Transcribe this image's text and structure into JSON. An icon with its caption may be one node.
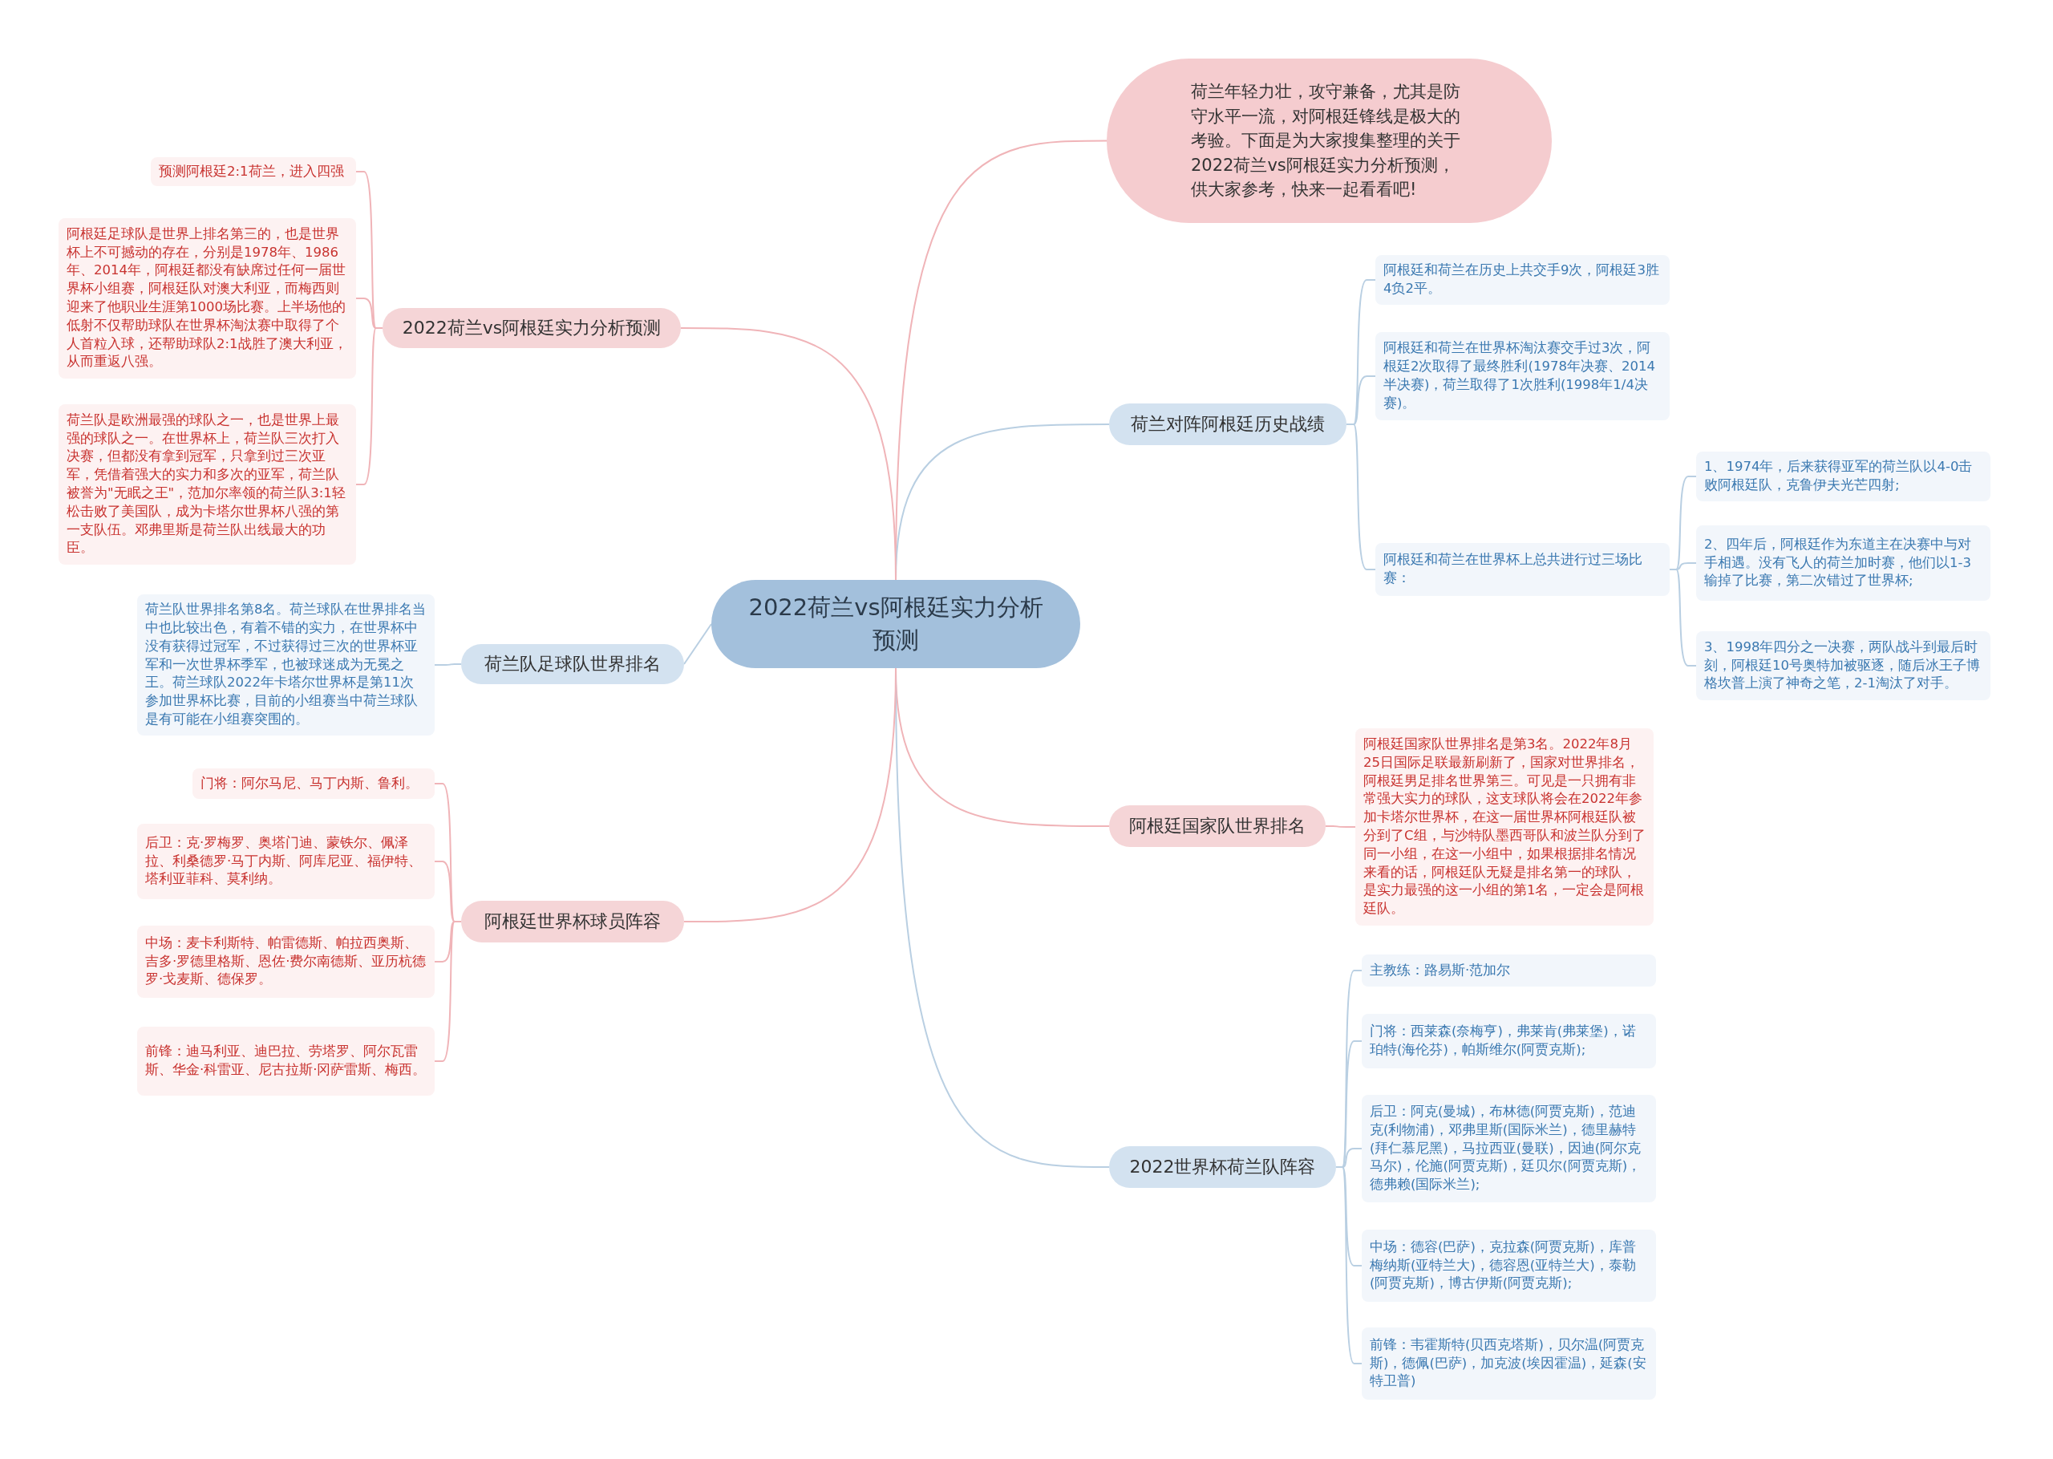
{
  "diagram": {
    "nodes": [
      {
        "text": [
          "2022荷兰vs阿根廷实力分析预测"
        ]
      },
      {
        "text": [
          "荷兰年轻力壮，攻守兼备，尤其是防守水平一流，对阿根廷锋线是极大的考验。下面是为大家搜集整理的关于2022荷兰vs阿根廷实力分析预测，供大家参考，快来一起看看吧!"
        ]
      },
      {
        "text": [
          "荷兰对阵阿根廷历史战绩"
        ]
      },
      {
        "text": [
          "阿根廷和荷兰在历史上共交手9次，阿根廷3胜4负2平。"
        ]
      },
      {
        "text": [
          "阿根廷和荷兰在世界杯淘汰赛交手过3次，阿根廷2次取得了最终胜利(1978年决赛、2014半决赛)，荷兰取得了1次胜利(1998年1/4决赛)。"
        ]
      },
      {
        "text": [
          "阿根廷和荷兰在世界杯上总共进行过三场比赛："
        ]
      },
      {
        "text": [
          "1、1974年，后来获得亚军的荷兰队以4-0击败阿根廷队，克鲁伊夫光芒四射;"
        ]
      },
      {
        "text": [
          "2、四年后，阿根廷作为东道主在决赛中与对手相遇。没有飞人的荷兰加时赛，他们以1-3输掉了比赛，第二次错过了世界杯;"
        ]
      },
      {
        "text": [
          "3、1998年四分之一决赛，两队战斗到最后时刻，阿根廷10号奥特加被驱逐，随后冰王子博格坎普上演了神奇之笔，2-1淘汰了对手。"
        ]
      },
      {
        "text": [
          "阿根廷国家队世界排名"
        ]
      },
      {
        "text": [
          "阿根廷国家队世界排名是第3名。2022年8月25日国际足联最新刷新了，国家对世界排名，阿根廷男足排名世界第三。可见是一只拥有非常强大实力的球队，这支球队将会在2022年参加卡塔尔世界杯，在这一届世界杯阿根廷队被分到了C组，与沙特队墨西哥队和波兰队分到了同一小组，在这一小组中，如果根据排名情况来看的话，阿根廷队无疑是排名第一的球队，是实力最强的这一小组的第1名，一定会是阿根廷队。"
        ]
      },
      {
        "text": [
          "2022世界杯荷兰队阵容"
        ]
      },
      {
        "text": [
          "主教练：路易斯·范加尔"
        ]
      },
      {
        "text": [
          "门将：西莱森(奈梅亨)，弗莱肯(弗莱堡)，诺珀特(海伦芬)，帕斯维尔(阿贾克斯);"
        ]
      },
      {
        "text": [
          "后卫：阿克(曼城)，布林德(阿贾克斯)，范迪克(利物浦)，邓弗里斯(国际米兰)，德里赫特(拜仁慕尼黑)，马拉西亚(曼联)，因迪(阿尔克马尔)，伦施(阿贾克斯)，廷贝尔(阿贾克斯)，德弗赖(国际米兰);"
        ]
      },
      {
        "text": [
          "中场：德容(巴萨)，克拉森(阿贾克斯)，库普梅纳斯(亚特兰大)，德容恩(亚特兰大)，泰勒(阿贾克斯)，博古伊斯(阿贾克斯);"
        ]
      },
      {
        "text": [
          "前锋：韦霍斯特(贝西克塔斯)，贝尔温(阿贾克斯)，德佩(巴萨)，加克波(埃因霍温)，延森(安特卫普)"
        ]
      },
      {
        "text": [
          "2022荷兰vs阿根廷实力分析预测"
        ]
      },
      {
        "text": [
          "预测阿根廷2:1荷兰，进入四强"
        ]
      },
      {
        "text": [
          "阿根廷足球队是世界上排名第三的，也是世界杯上不可撼动的存在，分别是1978年、1986年、2014年，阿根廷都没有缺席过任何一届世界杯小组赛，阿根廷队对澳大利亚，而梅西则迎来了他职业生涯第1000场比赛。上半场他的低射不仅帮助球队在世界杯淘汰赛中取得了个人首粒入球，还帮助球队2:1战胜了澳大利亚，从而重返八强。"
        ]
      },
      {
        "text": [
          "荷兰队是欧洲最强的球队之一，也是世界上最强的球队之一。在世界杯上，荷兰队三次打入决赛，但都没有拿到冠军，只拿到过三次亚军，凭借着强大的实力和多次的亚军，荷兰队被誉为\"无眠之王\"，范加尔率领的荷兰队3:1轻松击败了美国队，成为卡塔尔世界杯八强的第一支队伍。邓弗里斯是荷兰队出线最大的功臣。"
        ]
      },
      {
        "text": [
          "荷兰队足球队世界排名"
        ]
      },
      {
        "text": [
          "荷兰队世界排名第8名。荷兰球队在世界排名当中也比较出色，有着不错的实力，在世界杯中没有获得过冠军，不过获得过三次的世界杯亚军和一次世界杯季军，也被球迷成为无冕之王。荷兰球队2022年卡塔尔世界杯是第11次参加世界杯比赛，目前的小组赛当中荷兰球队是有可能在小组赛突围的。"
        ]
      },
      {
        "text": [
          "阿根廷世界杯球员阵容"
        ]
      },
      {
        "text": [
          "门将：阿尔马尼、马丁内斯、鲁利。"
        ]
      },
      {
        "text": [
          "后卫：克·罗梅罗、奥塔门迪、蒙铁尔、佩泽拉、利桑德罗·马丁内斯、阿库尼亚、福伊特、塔利亚菲科、莫利纳。"
        ]
      },
      {
        "text": [
          "中场：麦卡利斯特、帕雷德斯、帕拉西奥斯、吉多·罗德里格斯、恩佐·费尔南德斯、亚历杭德罗·戈麦斯、德保罗。"
        ]
      },
      {
        "text": [
          "前锋：迪马利亚、迪巴拉、劳塔罗、阿尔瓦雷斯、华金·科雷亚、尼古拉斯·冈萨雷斯、梅西。"
        ]
      }
    ],
    "edges": [
      {
        "from": 0,
        "to": 1,
        "arrow": "none",
        "color": "#f0b4b8"
      },
      {
        "from": 0,
        "to": 2,
        "arrow": "none"
      },
      {
        "from": 2,
        "to": 3,
        "arrow": "none"
      },
      {
        "from": 2,
        "to": 4,
        "arrow": "none"
      },
      {
        "from": 2,
        "to": 5,
        "arrow": "none"
      },
      {
        "from": 5,
        "to": 6,
        "arrow": "none"
      },
      {
        "from": 5,
        "to": 7,
        "arrow": "none"
      },
      {
        "from": 5,
        "to": 8,
        "arrow": "none"
      },
      {
        "from": 0,
        "to": 9,
        "arrow": "none",
        "color": "#f0b4b8"
      },
      {
        "from": 9,
        "to": 10,
        "arrow": "none",
        "color": "#f0b4b8"
      },
      {
        "from": 0,
        "to": 11,
        "arrow": "none"
      },
      {
        "from": 11,
        "to": 12,
        "arrow": "none"
      },
      {
        "from": 11,
        "to": 13,
        "arrow": "none"
      },
      {
        "from": 11,
        "to": 14,
        "arrow": "none"
      },
      {
        "from": 11,
        "to": 15,
        "arrow": "none"
      },
      {
        "from": 11,
        "to": 16,
        "arrow": "none"
      },
      {
        "from": 0,
        "to": 17,
        "arrow": "none",
        "color": "#f0b4b8"
      },
      {
        "from": 17,
        "to": 18,
        "arrow": "none",
        "color": "#f0b4b8"
      },
      {
        "from": 17,
        "to": 19,
        "arrow": "none",
        "color": "#f0b4b8"
      },
      {
        "from": 17,
        "to": 20,
        "arrow": "none",
        "color": "#f0b4b8"
      },
      {
        "from": 0,
        "to": 21,
        "arrow": "none"
      },
      {
        "from": 21,
        "to": 22,
        "arrow": "none"
      },
      {
        "from": 0,
        "to": 23,
        "arrow": "none",
        "color": "#f0b4b8"
      },
      {
        "from": 23,
        "to": 24,
        "arrow": "none",
        "color": "#f0b4b8"
      },
      {
        "from": 23,
        "to": 25,
        "arrow": "none",
        "color": "#f0b4b8"
      },
      {
        "from": 23,
        "to": 26,
        "arrow": "none",
        "color": "#f0b4b8"
      },
      {
        "from": 23,
        "to": 27,
        "arrow": "none",
        "color": "#f0b4b8"
      }
    ]
  }
}
